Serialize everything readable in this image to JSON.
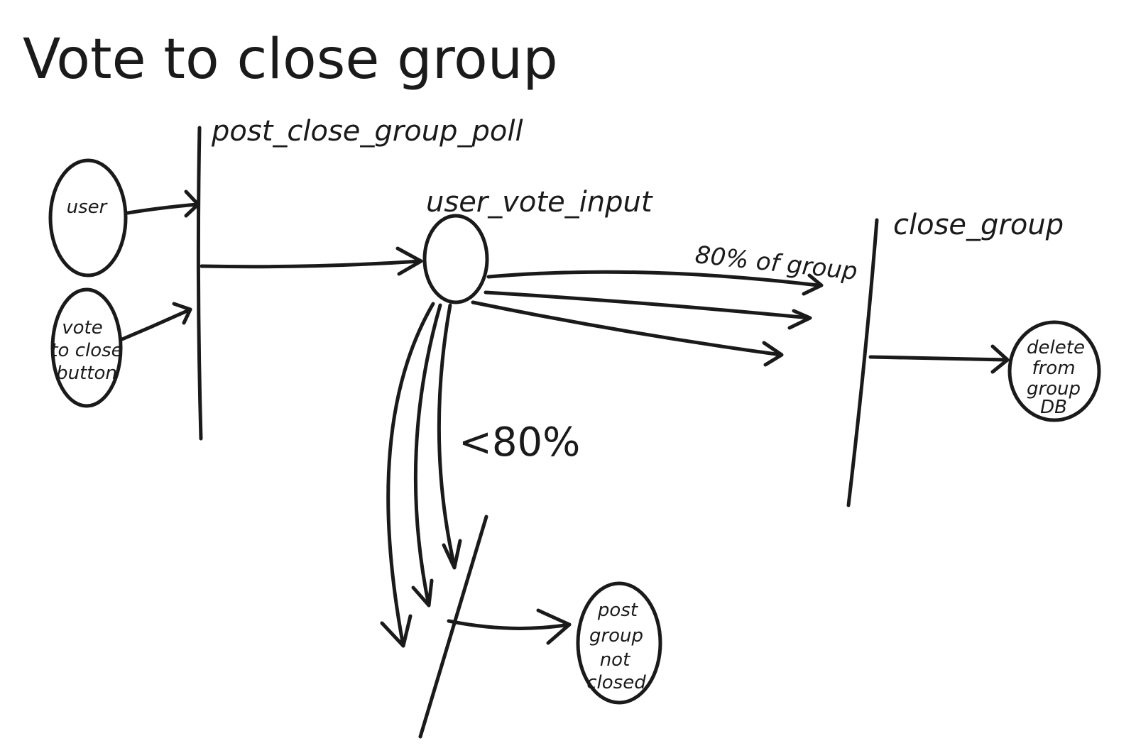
{
  "title": "Vote to close group",
  "processes": {
    "post_close_group_poll": "post_close_group_poll",
    "user_vote_input": "user_vote_input",
    "close_group": "close_group"
  },
  "nodes": {
    "user": [
      "user"
    ],
    "vote_button": [
      "vote",
      "to close",
      "button"
    ],
    "delete_db": [
      "delete",
      "from",
      "group",
      "DB"
    ],
    "not_closed": [
      "post",
      "group",
      "not",
      "closed"
    ]
  },
  "conditions": {
    "majority": "80% of group",
    "minority": "<80%"
  }
}
